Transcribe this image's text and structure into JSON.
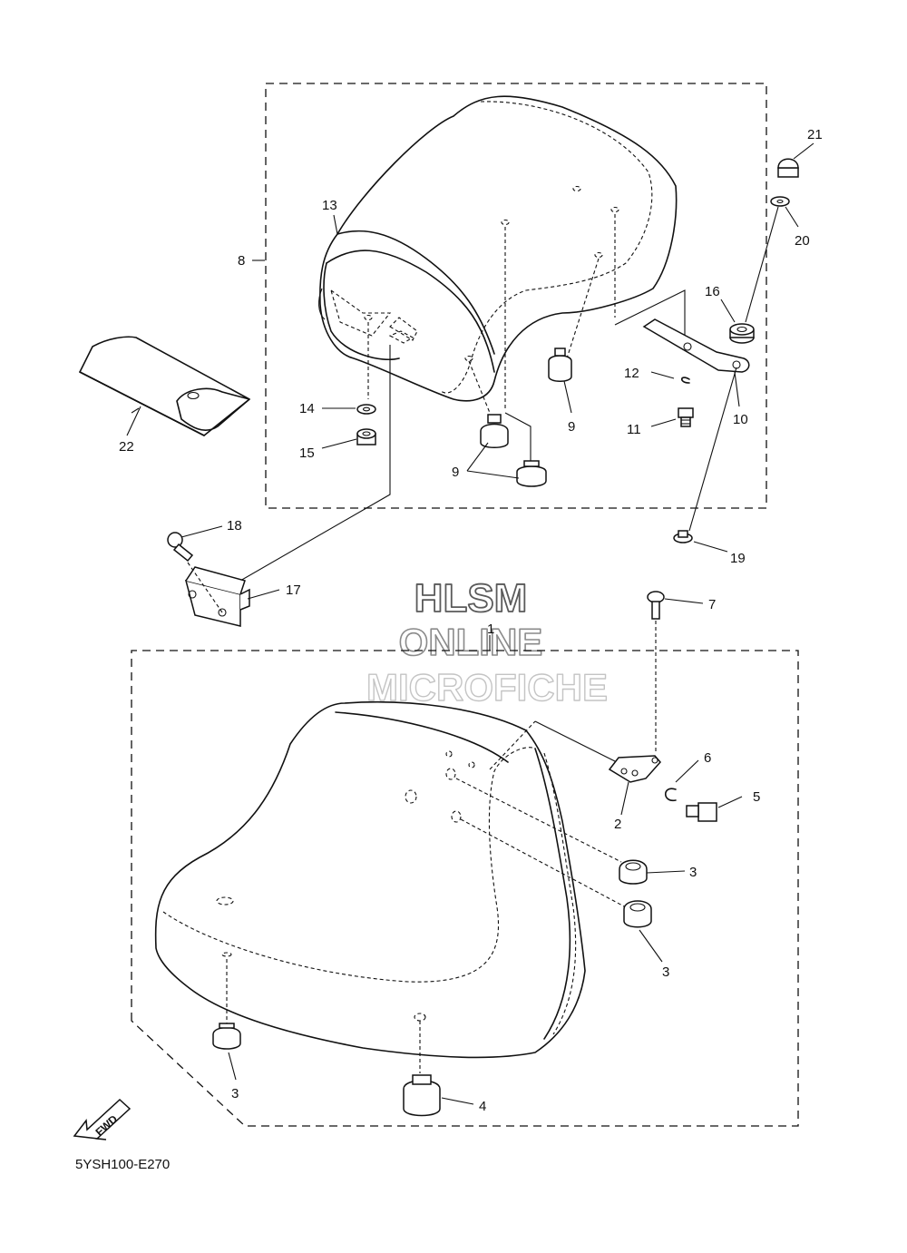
{
  "watermark": {
    "line1": "HLSM",
    "line2": "ONLINE",
    "line3": "MICROFICHE"
  },
  "diagram_code": "5YSH100-E270",
  "fwd_label": "FWD",
  "callouts": {
    "c1": "1",
    "c2": "2",
    "c3a": "3",
    "c3b": "3",
    "c3c": "3",
    "c4": "4",
    "c5": "5",
    "c6": "6",
    "c7": "7",
    "c8": "8",
    "c9a": "9",
    "c9b": "9",
    "c10": "10",
    "c11": "11",
    "c12": "12",
    "c13": "13",
    "c14": "14",
    "c15": "15",
    "c16": "16",
    "c17": "17",
    "c18": "18",
    "c19": "19",
    "c20": "20",
    "c21": "21",
    "c22": "22"
  }
}
